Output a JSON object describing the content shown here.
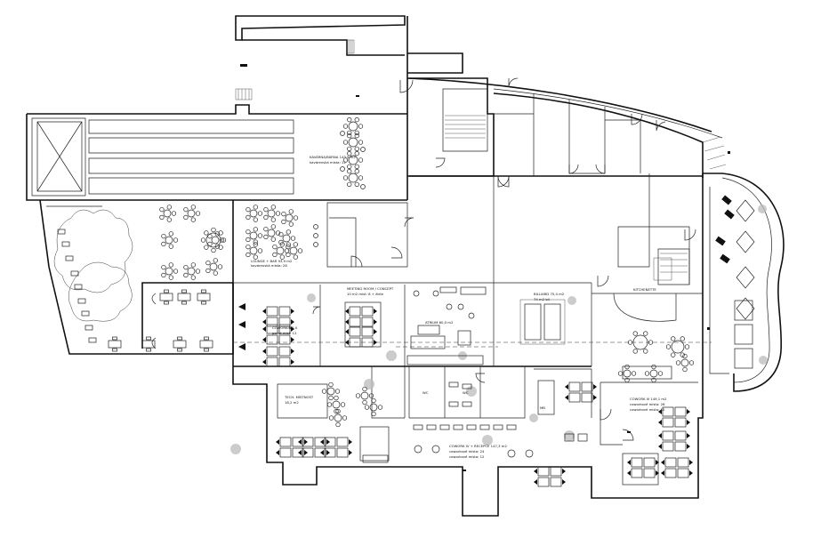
{
  "labels": {
    "kavarna": "KAVÁRNA/BÁRNA 143,9 m2",
    "kavarna_sub": "kavárenská místa: 12",
    "lounge": "LOUNGE + BAR 93,9 m2",
    "lounge_sub": "kavárenská místa: 28",
    "meeting": "MEETING ROOM / CONCEPT",
    "meeting_sub": "10 m2  míst: 8 + židle",
    "atrium": "ATRIUM 60,0 m2",
    "billiard": "BILLIARD 75,4 m2",
    "billiard_sub": "74 m2 bil",
    "cafeteria": "KITCHENETTE",
    "cowork_left": "COWORKING II",
    "cowork_left_sub": "počet míst: 12",
    "tech": "TECH. MÍSTNOST",
    "tech_sub": "18,2 m2",
    "cowork_main": "COWORK IV + RECEPCE   147,3 m2",
    "cowork_main_sub1": "coworkové místa: 24",
    "cowork_main_sub2": "coworkové místa: 12",
    "cowork_right": "COWORK III   149,1 m2",
    "cowork_right_sub1": "coworkové místa: 26",
    "cowork_right_sub2": "coworkové místa: 12",
    "wc": "WC",
    "wc2": "WC",
    "mb": "MB"
  },
  "icons": {
    "tree": "tree-icon",
    "door": "door-swing-icon",
    "table": "table-with-chairs-icon"
  }
}
